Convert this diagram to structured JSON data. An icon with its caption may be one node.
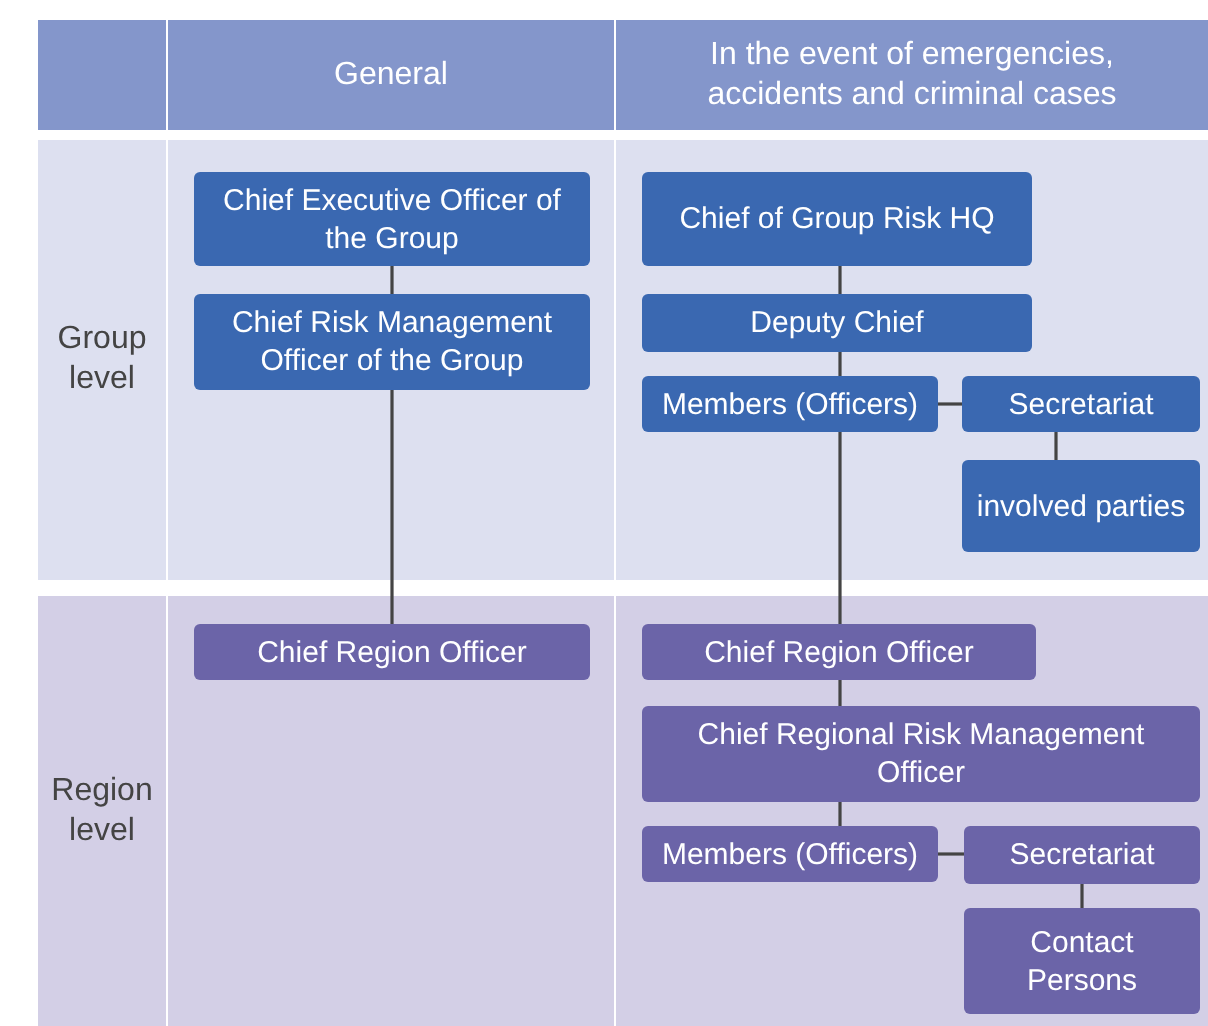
{
  "diagram": {
    "nodes": [
      {
        "text": [
          "Chief Executive Officer of the Group"
        ]
      },
      {
        "text": [
          "Chief Risk Management Officer of the Group"
        ]
      },
      {
        "text": [
          "Chief of Group Risk HQ"
        ]
      },
      {
        "text": [
          "Deputy Chief"
        ]
      },
      {
        "text": [
          "Members (Officers)"
        ]
      },
      {
        "text": [
          "Secretariat"
        ]
      },
      {
        "text": [
          "involved parties"
        ]
      },
      {
        "text": [
          "Chief Region Officer"
        ]
      },
      {
        "text": [
          "Chief Region Officer"
        ]
      },
      {
        "text": [
          "Chief Regional Risk Management Officer"
        ]
      },
      {
        "text": [
          "Members (Officers)"
        ]
      },
      {
        "text": [
          "Secretariat"
        ]
      },
      {
        "text": [
          "Contact Persons"
        ]
      }
    ],
    "edges": [
      {
        "from": 0,
        "to": 1,
        "arrow": "none"
      },
      {
        "from": 1,
        "to": 7,
        "arrow": "none"
      },
      {
        "from": 2,
        "to": 3,
        "arrow": "none"
      },
      {
        "from": 3,
        "to": 4,
        "arrow": "none"
      },
      {
        "from": 4,
        "to": 5,
        "arrow": "none"
      },
      {
        "from": 5,
        "to": 6,
        "arrow": "none"
      },
      {
        "from": 4,
        "to": 8,
        "arrow": "none"
      },
      {
        "from": 8,
        "to": 9,
        "arrow": "none"
      },
      {
        "from": 9,
        "to": 10,
        "arrow": "none"
      },
      {
        "from": 10,
        "to": 11,
        "arrow": "none"
      },
      {
        "from": 11,
        "to": 12,
        "arrow": "none"
      }
    ],
    "labels": [
      "General",
      "In the event of emergencies, accidents and criminal cases",
      "Group level",
      "Region level"
    ]
  }
}
